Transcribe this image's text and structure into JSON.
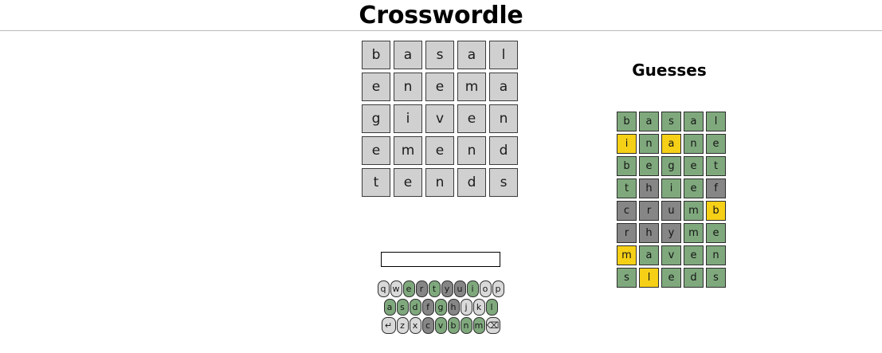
{
  "header": {
    "title": "Crosswordle"
  },
  "puzzle": {
    "rows": [
      [
        "b",
        "a",
        "s",
        "a",
        "l"
      ],
      [
        "e",
        "n",
        "e",
        "m",
        "a"
      ],
      [
        "g",
        "i",
        "v",
        "e",
        "n"
      ],
      [
        "e",
        "m",
        "e",
        "n",
        "d"
      ],
      [
        "t",
        "e",
        "n",
        "d",
        "s"
      ]
    ]
  },
  "input": {
    "value": "",
    "placeholder": ""
  },
  "keyboard": {
    "rows": [
      [
        {
          "label": "q",
          "name": "key-q",
          "state": "unknown"
        },
        {
          "label": "w",
          "name": "key-w",
          "state": "unknown"
        },
        {
          "label": "e",
          "name": "key-e",
          "state": "correct"
        },
        {
          "label": "r",
          "name": "key-r",
          "state": "absent"
        },
        {
          "label": "t",
          "name": "key-t",
          "state": "correct"
        },
        {
          "label": "y",
          "name": "key-y",
          "state": "absent"
        },
        {
          "label": "u",
          "name": "key-u",
          "state": "absent"
        },
        {
          "label": "i",
          "name": "key-i",
          "state": "correct"
        },
        {
          "label": "o",
          "name": "key-o",
          "state": "unknown"
        },
        {
          "label": "p",
          "name": "key-p",
          "state": "unknown"
        }
      ],
      [
        {
          "label": "a",
          "name": "key-a",
          "state": "correct"
        },
        {
          "label": "s",
          "name": "key-s",
          "state": "correct"
        },
        {
          "label": "d",
          "name": "key-d",
          "state": "correct"
        },
        {
          "label": "f",
          "name": "key-f",
          "state": "absent"
        },
        {
          "label": "g",
          "name": "key-g",
          "state": "correct"
        },
        {
          "label": "h",
          "name": "key-h",
          "state": "absent"
        },
        {
          "label": "j",
          "name": "key-j",
          "state": "unknown"
        },
        {
          "label": "k",
          "name": "key-k",
          "state": "unknown"
        },
        {
          "label": "l",
          "name": "key-l",
          "state": "correct"
        }
      ],
      [
        {
          "label": "↵",
          "name": "key-enter",
          "state": "unknown",
          "wide": true
        },
        {
          "label": "z",
          "name": "key-z",
          "state": "unknown"
        },
        {
          "label": "x",
          "name": "key-x",
          "state": "unknown"
        },
        {
          "label": "c",
          "name": "key-c",
          "state": "absent"
        },
        {
          "label": "v",
          "name": "key-v",
          "state": "correct"
        },
        {
          "label": "b",
          "name": "key-b",
          "state": "correct"
        },
        {
          "label": "n",
          "name": "key-n",
          "state": "correct"
        },
        {
          "label": "m",
          "name": "key-m",
          "state": "correct"
        },
        {
          "label": "⌫",
          "name": "key-backspace",
          "state": "unknown",
          "wide": true
        }
      ]
    ]
  },
  "guesses": {
    "title": "Guesses",
    "rows": [
      {
        "word": "basal",
        "letters": [
          "b",
          "a",
          "s",
          "a",
          "l"
        ],
        "states": [
          "correct",
          "correct",
          "correct",
          "correct",
          "correct"
        ]
      },
      {
        "word": "inane",
        "letters": [
          "i",
          "n",
          "a",
          "n",
          "e"
        ],
        "states": [
          "present",
          "correct",
          "present",
          "correct",
          "correct"
        ]
      },
      {
        "word": "beget",
        "letters": [
          "b",
          "e",
          "g",
          "e",
          "t"
        ],
        "states": [
          "correct",
          "correct",
          "correct",
          "correct",
          "correct"
        ]
      },
      {
        "word": "thief",
        "letters": [
          "t",
          "h",
          "i",
          "e",
          "f"
        ],
        "states": [
          "correct",
          "absent",
          "correct",
          "correct",
          "absent"
        ]
      },
      {
        "word": "crumb",
        "letters": [
          "c",
          "r",
          "u",
          "m",
          "b"
        ],
        "states": [
          "absent",
          "absent",
          "absent",
          "correct",
          "present"
        ]
      },
      {
        "word": "rhyme",
        "letters": [
          "r",
          "h",
          "y",
          "m",
          "e"
        ],
        "states": [
          "absent",
          "absent",
          "absent",
          "correct",
          "correct"
        ]
      },
      {
        "word": "maven",
        "letters": [
          "m",
          "a",
          "v",
          "e",
          "n"
        ],
        "states": [
          "present",
          "correct",
          "correct",
          "correct",
          "correct"
        ]
      },
      {
        "word": "sleds",
        "letters": [
          "s",
          "l",
          "e",
          "d",
          "s"
        ],
        "states": [
          "correct",
          "present",
          "correct",
          "correct",
          "correct"
        ]
      }
    ]
  },
  "colors": {
    "correct": "#7fa97d",
    "present": "#f5d017",
    "absent": "#868686",
    "unknown": "#d9d9d9",
    "puzzle_cell": "#d0d0d0"
  }
}
